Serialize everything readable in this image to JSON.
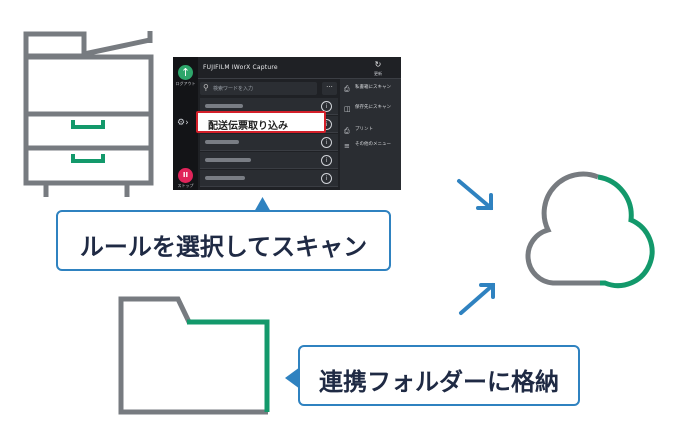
{
  "colors": {
    "gray": "#777b80",
    "green": "#13996b",
    "blue": "#2f82c0",
    "screen_bg": "#1f2125",
    "red": "#d3202a"
  },
  "device_screen": {
    "title": "FUJIFILM IWorX Capture",
    "search_placeholder": "検索ワードを入力",
    "more_button": "···",
    "refresh_icon": "refresh-icon",
    "refresh_label": "更新",
    "sidebar_top_label": "ログアウト",
    "sidebar_bottom_label": "ストップ",
    "rows": 5,
    "actions": [
      {
        "icon": "scan-icon",
        "label": "私書箱にスキャン"
      },
      {
        "icon": "save-scan-icon",
        "label": "保存先にスキャン"
      },
      {
        "icon": "print-icon",
        "label": "プリント"
      },
      {
        "icon": "menu-icon",
        "label": "その他のメニュー"
      }
    ],
    "highlighted_rule": "配送伝票取り込み"
  },
  "labels": {
    "scan": "ルールを選択してスキャン",
    "store": "連携フォルダーに格納"
  },
  "icons": [
    "multifunction-printer-icon",
    "folder-icon",
    "cloud-icon",
    "arrow-up-right-icon",
    "arrow-down-right-icon"
  ]
}
